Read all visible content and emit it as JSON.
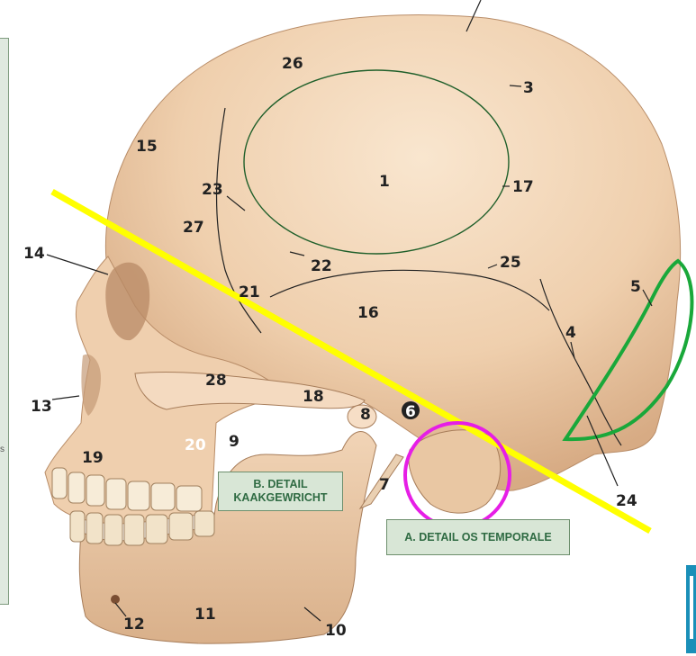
{
  "labels": {
    "l1": "1",
    "l3": "3",
    "l4": "4",
    "l5": "5",
    "l6": "6",
    "l7": "7",
    "l8": "8",
    "l9": "9",
    "l10": "10",
    "l11": "11",
    "l12": "12",
    "l13": "13",
    "l14": "14",
    "l15": "15",
    "l16": "16",
    "l17": "17",
    "l18": "18",
    "l19": "19",
    "l20": "20",
    "l21": "21",
    "l22": "22",
    "l23": "23",
    "l24": "24",
    "l25": "25",
    "l26": "26",
    "l27": "27",
    "l28": "28"
  },
  "side_letter": "s",
  "detail_boxes": {
    "b_line1": "B. DETAIL",
    "b_line2": "KAAKGEWRICHT",
    "a": "A. DETAIL OS TEMPORALE"
  },
  "colors": {
    "bone": "#f0d2b4",
    "bone_shadow": "#c99d77",
    "highlight_line": "#ffff00",
    "temporal_circle": "#e61ee6",
    "occipital_outline": "#19a83a",
    "parietal_oval": "#1f5f2a",
    "box_fill": "#d8e6d6",
    "box_text": "#2f6b43"
  }
}
